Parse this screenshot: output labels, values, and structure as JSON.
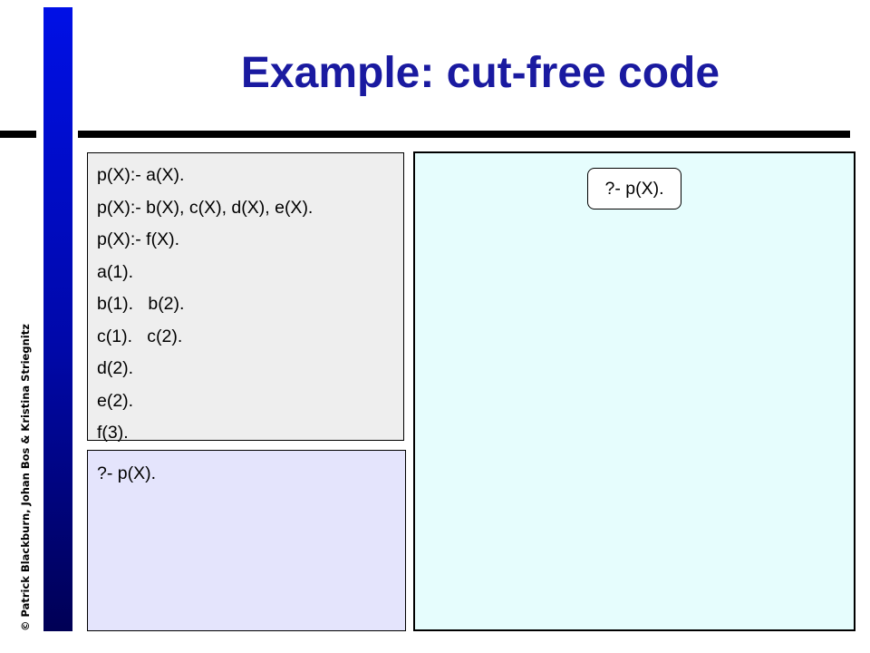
{
  "slide": {
    "title": "Example: cut-free code",
    "copyright": "© Patrick Blackburn, Johan Bos & Kristina Striegnitz"
  },
  "program": {
    "lines": [
      "p(X):- a(X).",
      "p(X):- b(X), c(X), d(X), e(X).",
      "p(X):- f(X).",
      "a(1).",
      "b(1).   b(2).",
      "c(1).   c(2).",
      "d(2).",
      "e(2).",
      "f(3)."
    ]
  },
  "query_panel": {
    "query": "?- p(X)."
  },
  "search_tree": {
    "root": "?- p(X)."
  },
  "colors": {
    "title": "#1a1aa0",
    "side_bar": "#0008a8",
    "code_bg": "#eeeeee",
    "query_bg": "#e4e4fc",
    "tree_bg": "#e6fdfd"
  }
}
